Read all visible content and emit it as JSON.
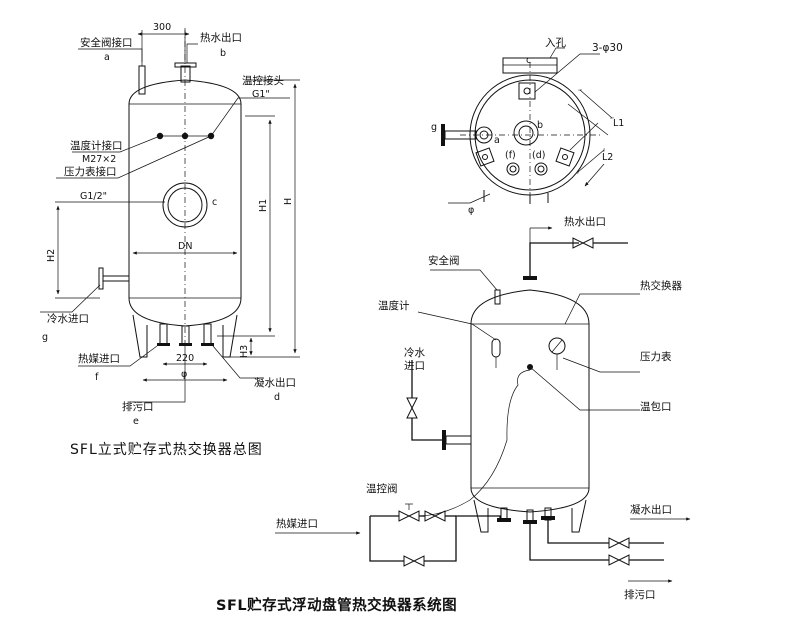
{
  "drawing1": {
    "title": "SFL立式贮存式热交换器总图",
    "labels": {
      "safety_valve": "安全阀接口",
      "safety_valve_code": "a",
      "hot_out": "热水出口",
      "hot_out_code": "b",
      "temp_ctrl": "温控接头",
      "temp_ctrl_size": "G1\"",
      "thermo": "温度计接口",
      "thermo_size": "M27×2",
      "pressure": "压力表接口",
      "pressure_size": "G1/2\"",
      "port_c": "c",
      "dn": "DN",
      "cold_in": "冷水进口",
      "cold_in_code": "g",
      "heat_in": "热媒进口",
      "heat_in_code": "f",
      "drain": "排污口",
      "drain_code": "e",
      "condensate": "凝水出口",
      "condensate_code": "d"
    },
    "dims": {
      "d300": "300",
      "h": "H",
      "h1": "H1",
      "h2": "H2",
      "h3": "H3",
      "d220": "220",
      "phi": "φ"
    }
  },
  "plan": {
    "inlet_hole": "入孔",
    "holes": "3-φ30",
    "L1": "L1",
    "L2": "L2",
    "c": "c",
    "g": "g",
    "a": "a",
    "b": "b",
    "f": "(f)",
    "d": "(d)",
    "phi": "φ"
  },
  "drawing2": {
    "title": "SFL贮存式浮动盘管热交换器系统图",
    "labels": {
      "hot_out": "热水出口",
      "safety_valve": "安全阀",
      "heat_exchanger": "热交换器",
      "thermometer": "温度计",
      "cold_in_1": "冷水",
      "cold_in_2": "进口",
      "pressure_gauge": "压力表",
      "bulb_port": "温包口",
      "temp_valve": "温控阀",
      "heat_in": "热媒进口",
      "condensate_out": "凝水出口",
      "drain": "排污口"
    }
  }
}
